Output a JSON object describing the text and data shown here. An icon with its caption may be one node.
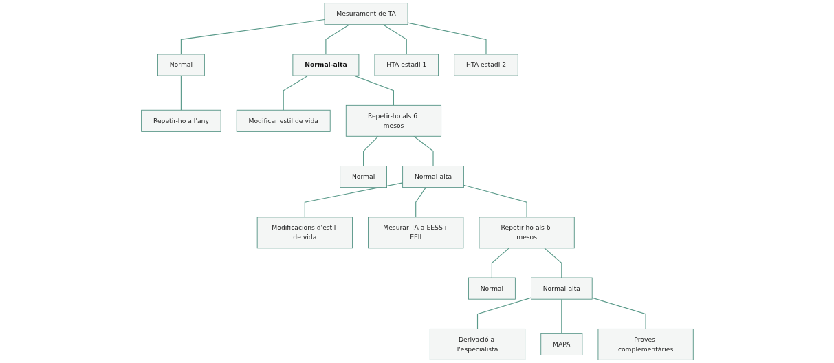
{
  "diagram": {
    "nodes": [
      {
        "text": [
          "Mesurament de TA"
        ]
      },
      {
        "text": [
          "Normal"
        ]
      },
      {
        "text": [
          "Normal-alta"
        ]
      },
      {
        "text": [
          "HTA estadi 1"
        ]
      },
      {
        "text": [
          "HTA estadi 2"
        ]
      },
      {
        "text": [
          "Repetir-ho a l'any"
        ]
      },
      {
        "text": [
          "Modificar estil de vida"
        ]
      },
      {
        "text": [
          "Repetir-ho als 6 mesos"
        ]
      },
      {
        "text": [
          "Normal"
        ]
      },
      {
        "text": [
          "Normal-alta"
        ]
      },
      {
        "text": [
          "Modificacions d'estil de vida"
        ]
      },
      {
        "text": [
          "Mesurar TA a EESS i EEII"
        ]
      },
      {
        "text": [
          "Repetir-ho als 6 mesos"
        ]
      },
      {
        "text": [
          "Normal"
        ]
      },
      {
        "text": [
          "Normal-alta"
        ]
      },
      {
        "text": [
          "Derivació a l'especialista"
        ]
      },
      {
        "text": [
          "MAPA"
        ]
      },
      {
        "text": [
          "Proves complementàries"
        ]
      }
    ],
    "edges": [
      {
        "from": 0,
        "to": 1,
        "arrow": "none"
      },
      {
        "from": 0,
        "to": 2,
        "arrow": "none"
      },
      {
        "from": 0,
        "to": 3,
        "arrow": "none"
      },
      {
        "from": 0,
        "to": 4,
        "arrow": "none"
      },
      {
        "from": 1,
        "to": 5,
        "arrow": "none"
      },
      {
        "from": 2,
        "to": 6,
        "arrow": "none"
      },
      {
        "from": 2,
        "to": 7,
        "arrow": "none"
      },
      {
        "from": 7,
        "to": 8,
        "arrow": "none"
      },
      {
        "from": 7,
        "to": 9,
        "arrow": "none"
      },
      {
        "from": 9,
        "to": 10,
        "arrow": "none"
      },
      {
        "from": 9,
        "to": 11,
        "arrow": "none"
      },
      {
        "from": 9,
        "to": 12,
        "arrow": "none"
      },
      {
        "from": 12,
        "to": 13,
        "arrow": "none"
      },
      {
        "from": 12,
        "to": 14,
        "arrow": "none"
      },
      {
        "from": 14,
        "to": 15,
        "arrow": "none"
      },
      {
        "from": 14,
        "to": 16,
        "arrow": "none"
      },
      {
        "from": 14,
        "to": 17,
        "arrow": "none"
      }
    ]
  }
}
